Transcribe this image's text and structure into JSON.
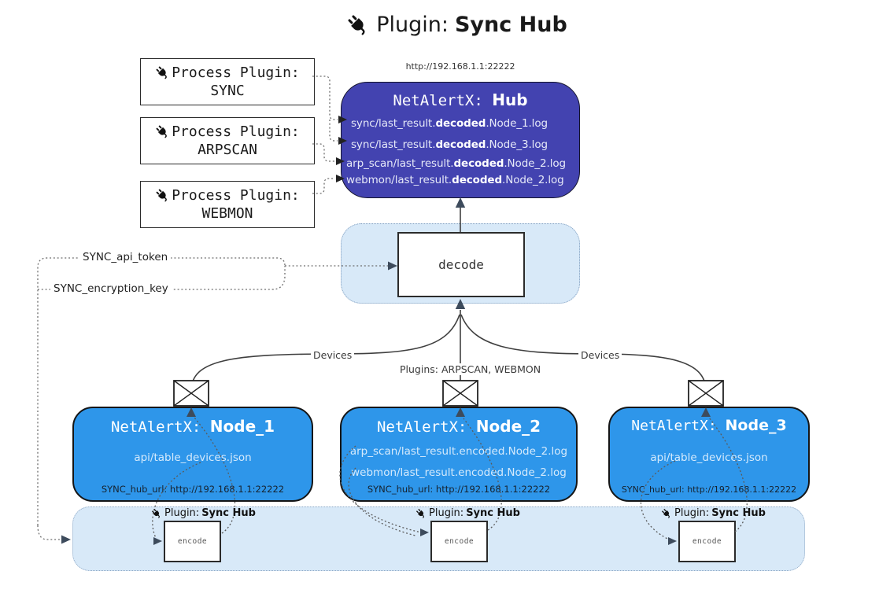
{
  "title": {
    "prefix": "Plugin:",
    "name": "Sync Hub"
  },
  "process_plugins": [
    {
      "label": "Process Plugin:",
      "name": "SYNC"
    },
    {
      "label": "Process Plugin:",
      "name": "ARPSCAN"
    },
    {
      "label": "Process Plugin:",
      "name": "WEBMON"
    }
  ],
  "hub": {
    "url": "http://192.168.1.1:22222",
    "name_prefix": "NetAlertX:",
    "name": "Hub",
    "lines": [
      {
        "pre": "sync/last_result.",
        "bold": "decoded",
        "post": ".Node_1.log"
      },
      {
        "pre": "sync/last_result.",
        "bold": "decoded",
        "post": ".Node_3.log"
      },
      {
        "pre": "arp_scan/last_result.",
        "bold": "decoded",
        "post": ".Node_2.log"
      },
      {
        "pre": "webmon/last_result.",
        "bold": "decoded",
        "post": ".Node_2.log"
      }
    ]
  },
  "decode": {
    "label": "decode"
  },
  "tokens": {
    "api_token": "SYNC_api_token",
    "encryption_key": "SYNC_encryption_key"
  },
  "edges": {
    "devices_left": "Devices",
    "devices_right": "Devices",
    "plugins_middle": "Plugins: ARPSCAN, WEBMON"
  },
  "nodes": [
    {
      "name_prefix": "NetAlertX:",
      "name": "Node_1",
      "files": [
        "api/table_devices.json"
      ],
      "hub_url": "SYNC_hub_url: http://192.168.1.1:22222"
    },
    {
      "name_prefix": "NetAlertX:",
      "name": "Node_2",
      "files": [
        "arp_scan/last_result.encoded.Node_2.log",
        "webmon/last_result.encoded.Node_2.log"
      ],
      "hub_url": "SYNC_hub_url: http://192.168.1.1:22222"
    },
    {
      "name_prefix": "NetAlertX:",
      "name": "Node_3",
      "files": [
        "api/table_devices.json"
      ],
      "hub_url": "SYNC_hub_url: http://192.168.1.1:22222"
    }
  ],
  "encode_band": {
    "plugin_label_prefix": "Plugin:",
    "plugin_label_name": "Sync Hub",
    "encode_label": "encode"
  },
  "colors": {
    "hub_bg": "#4343b0",
    "hub_text": "#e6e9f8",
    "node_bg": "#2e96ea",
    "node_text_light": "#d5eafc",
    "band_bg": "#d8e9f8",
    "dark_label": "#16222e",
    "line": "#3f3f3f",
    "arrow_slate": "#3d4b5c"
  }
}
